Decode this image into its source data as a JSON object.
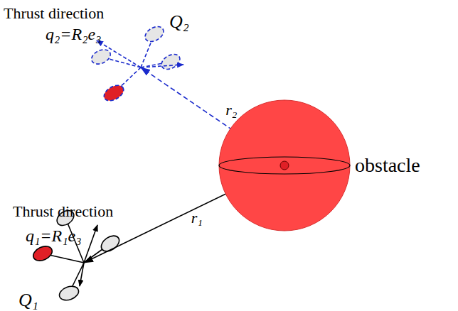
{
  "diagram": {
    "nodes": [
      {
        "text": [
          "Q₂"
        ]
      },
      {
        "text": [
          "obstacle"
        ]
      },
      {
        "text": [
          "Q₁"
        ]
      }
    ],
    "edges": [
      {
        "from": 1,
        "to": 0,
        "arrow": "to",
        "label": "r₂"
      },
      {
        "from": 1,
        "to": 2,
        "arrow": "to",
        "label": "r₁"
      }
    ],
    "labels": [
      "Thrust direction",
      "q₂=R₂e₃",
      "Thrust direction",
      "q₁=R₁e₃"
    ]
  }
}
